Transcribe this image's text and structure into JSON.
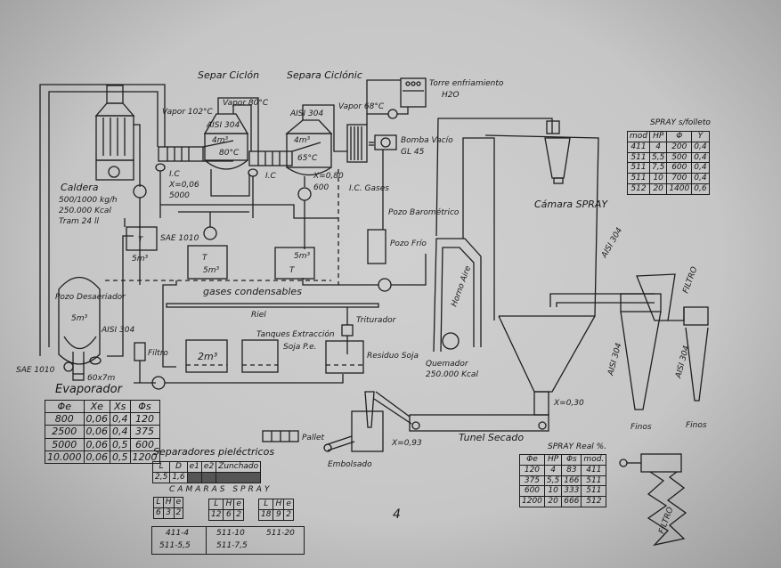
{
  "page_number": "4",
  "labels": {
    "caldera": "Caldera",
    "caldera_cap": "500/1000 kg/h",
    "caldera_kcal": "250.000 Kcal",
    "caldera_model": "Tram 24 ll",
    "separ_ciclon_1": "Separ Ciclón",
    "separ_ciclon_2": "Separa Ciclónic",
    "vapor_102": "Vapor 102°C",
    "vapor_80": "Vapor 80°C",
    "vapor_68": "Vapor 68°C",
    "vol_4m3_a": "4m³",
    "temp_80": "80°C",
    "vol_4m3_b": "4m³",
    "temp_65": "65°C",
    "aisi_304_a": "AISI 304",
    "aisi_304_b": "AISI 304",
    "ic_1": "I.C",
    "ic_1_x": "X=0,06",
    "ic_1_val": "5000",
    "ic_2": "I.C",
    "x_080": "X=0,80",
    "val_600": "600",
    "ic_gases": "I.C. Gases",
    "torre": "Torre enfriamiento",
    "torre_h2o": "H2O",
    "bomba": "Bomba Vacío",
    "bomba_model": "GL 45",
    "pozo_bar": "Pozo Barométrico",
    "pozo_frio": "Pozo Frío",
    "tank_t1": "T",
    "tank_t1_vol": "5m³",
    "tank_t1_mat": "SAE 1010",
    "tank_t2": "T",
    "tank_t2_vol": "5m³",
    "tank_t3_vol": "5m³",
    "tank_t3": "T",
    "gases_cond": "gases condensables",
    "riel": "Riel",
    "pozo_desaer": "Pozo Desaeriador",
    "pozo_vol": "5m³",
    "aisi_304_c": "AISI 304",
    "sae_1010": "SAE 1010",
    "filtro": "Filtro",
    "tanque_2m3": "2m³",
    "tanques_extr": "Tanques Extracción",
    "soja_pe": "Soja P.e.",
    "triturador": "Triturador",
    "residuo_soja": "Residuo Soja",
    "horno": "Horno Aire",
    "quemador": "Quemador",
    "quemador_cap": "250.000 Kcal",
    "camara_spray": "Cámara SPRAY",
    "aisi_304_d": "AISI 304",
    "x_030": "X=0,30",
    "x_093": "X=0,93",
    "tunel": "Tunel Secado",
    "embolsado": "Embolsado",
    "pallet": "Pallet",
    "aisi_304_e": "AISI 304",
    "aisi_304_f": "AISI 304",
    "filtro_2": "FILTRO",
    "finos_1": "Finos",
    "finos_2": "Finos",
    "filtro_3": "FILTRO",
    "mod_600": "60x7m"
  },
  "evaporador": {
    "title": "Evaporador",
    "headers": [
      "Φe",
      "Xe",
      "Xs",
      "Φs"
    ],
    "rows": [
      [
        "800",
        "0,06",
        "0,4",
        "120"
      ],
      [
        "2500",
        "0,06",
        "0,4",
        "375"
      ],
      [
        "5000",
        "0,06",
        "0,5",
        "600"
      ],
      [
        "10.000",
        "0,06",
        "0,5",
        "1200"
      ]
    ]
  },
  "spray_folleto": {
    "title": "SPRAY s/folleto",
    "headers": [
      "mod",
      "HP",
      "Φ",
      "Y"
    ],
    "rows": [
      [
        "411",
        "4",
        "200",
        "0,4"
      ],
      [
        "511",
        "5,5",
        "500",
        "0,4"
      ],
      [
        "511",
        "7,5",
        "600",
        "0,4"
      ],
      [
        "511",
        "10",
        "700",
        "0,4"
      ],
      [
        "512",
        "20",
        "1400",
        "0,6"
      ]
    ]
  },
  "spray_real": {
    "title": "SPRAY Real %.",
    "headers": [
      "Φe",
      "HP",
      "Φs",
      "mod."
    ],
    "rows": [
      [
        "120",
        "4",
        "83",
        "411"
      ],
      [
        "375",
        "5,5",
        "166",
        "511"
      ],
      [
        "600",
        "10",
        "333",
        "511"
      ],
      [
        "1200",
        "20",
        "666",
        "512"
      ]
    ]
  },
  "separadores": {
    "title": "Separadores pieléctricos",
    "headers": [
      "L",
      "D",
      "e1",
      "e2",
      "Zunchado"
    ],
    "rows": [
      [
        "2,5",
        "1,6",
        "■",
        "■",
        "■"
      ]
    ]
  },
  "camaras": {
    "title": "CAMARAS SPRAY",
    "tables": [
      {
        "headers": [
          "L",
          "H",
          "e"
        ],
        "rows": [
          [
            "6",
            "3",
            "2"
          ]
        ]
      },
      {
        "headers": [
          "L",
          "H",
          "e"
        ],
        "rows": [
          [
            "12",
            "6",
            "2"
          ]
        ]
      },
      {
        "headers": [
          "L",
          "H",
          "e"
        ],
        "rows": [
          [
            "18",
            "9",
            "2"
          ]
        ]
      }
    ],
    "models": [
      "411-4",
      "511-5,5",
      "511-10",
      "511-7,5",
      "511-20"
    ]
  }
}
